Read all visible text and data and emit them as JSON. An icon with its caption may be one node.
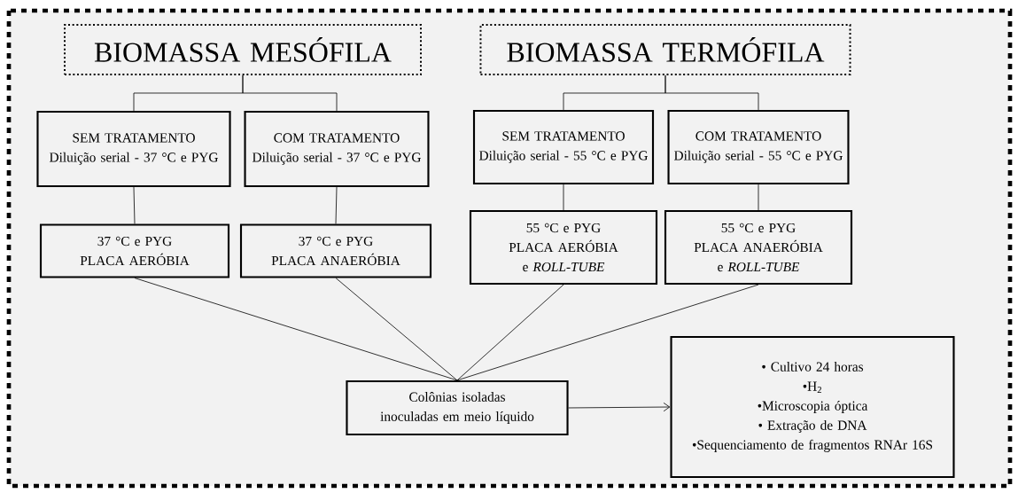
{
  "diagram": {
    "nodes": [
      {
        "text": [
          "BIOMASSA MESÓFILA"
        ]
      },
      {
        "text": [
          "BIOMASSA TERMÓFILA"
        ]
      },
      {
        "text": [
          "SEM TRATAMENTO",
          "Diluição serial - 37 °C e PYG"
        ]
      },
      {
        "text": [
          "COM TRATAMENTO",
          "Diluição serial - 37 °C e PYG"
        ]
      },
      {
        "text": [
          "SEM TRATAMENTO",
          "Diluição serial - 55 °C e PYG"
        ]
      },
      {
        "text": [
          "COM TRATAMENTO",
          "Diluição serial - 55 °C e PYG"
        ]
      },
      {
        "text": [
          "37 °C e PYG",
          "PLACA AERÓBIA"
        ]
      },
      {
        "text": [
          "37 °C e PYG",
          "PLACA ANAERÓBIA"
        ]
      },
      {
        "text": [
          "55 °C e PYG",
          "PLACA AERÓBIA e *ROLL-TUBE*"
        ]
      },
      {
        "text": [
          "55 °C e PYG",
          "PLACA ANAERÓBIA e *ROLL-TUBE*"
        ]
      },
      {
        "text": [
          "Colônias isoladas inoculadas em meio líquido"
        ]
      },
      {
        "text": [
          "• Cultivo 24 horas",
          "•H$_{2}$",
          "•Microscopia óptica",
          "• Extração de DNA",
          "•Sequenciamento de fragmentos RNAr 16S"
        ]
      }
    ],
    "edges": [
      {
        "from": 0,
        "to": 2,
        "arrow": "none"
      },
      {
        "from": 0,
        "to": 3,
        "arrow": "none"
      },
      {
        "from": 1,
        "to": 4,
        "arrow": "none"
      },
      {
        "from": 1,
        "to": 5,
        "arrow": "none"
      },
      {
        "from": 2,
        "to": 6,
        "arrow": "none"
      },
      {
        "from": 3,
        "to": 7,
        "arrow": "none"
      },
      {
        "from": 4,
        "to": 8,
        "arrow": "none"
      },
      {
        "from": 5,
        "to": 9,
        "arrow": "none"
      },
      {
        "from": 6,
        "to": 10,
        "arrow": "none"
      },
      {
        "from": 7,
        "to": 10,
        "arrow": "none"
      },
      {
        "from": 8,
        "to": 10,
        "arrow": "none"
      },
      {
        "from": 9,
        "to": 10,
        "arrow": "none"
      },
      {
        "from": 10,
        "to": 11,
        "arrow": "to"
      }
    ]
  }
}
